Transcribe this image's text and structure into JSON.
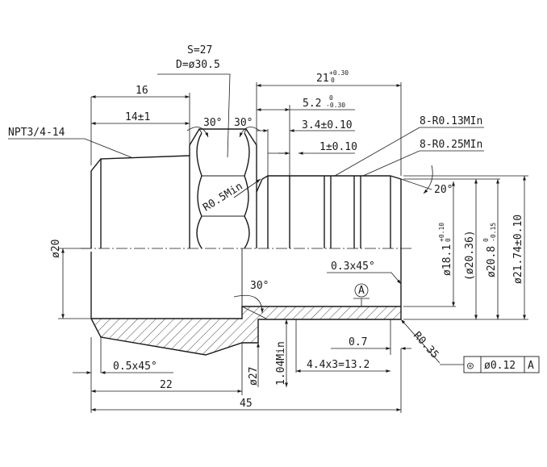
{
  "labels": {
    "s_size": "S=27",
    "d_size": "D=ø30.5",
    "dim_16": "16",
    "dim_14": "14±1",
    "thread": "NPT3/4-14",
    "ang_30_left": "30°",
    "ang_30_right": "30°",
    "r05": "R0.5Min",
    "dim_21": "21",
    "dim_21_tol_up": "+0.30",
    "dim_21_tol_low": "0",
    "dim_52": "5.2",
    "dim_52_tol_up": "0",
    "dim_52_tol_low": "-0.30",
    "dim_34": "3.4±0.10",
    "dim_1": "1±0.10",
    "r013": "8-R0.13MIn",
    "r025": "8-R0.25MIn",
    "ang_20": "20°",
    "d20": "ø20",
    "d181": "ø18.1",
    "d181_tol_up": "+0.10",
    "d181_tol_low": "0",
    "d2036": "(ø20.36)",
    "d208": "ø20.8",
    "d208_tol_up": "0",
    "d208_tol_low": "-0.15",
    "d2174": "ø21.74±0.10",
    "chamfer_03": "0.3x45°",
    "ang_30_bottom": "30°",
    "datum": "A",
    "dim_07": "0.7",
    "r035": "R0.35",
    "chamfer_05": "0.5x45°",
    "dim_104": "1.04Min",
    "d27": "ø27",
    "dim_44": "4.4x3=13.2",
    "dim_22": "22",
    "dim_45": "45"
  },
  "tolerance_frame": {
    "symbol": "◎",
    "value": "ø0.12",
    "datum": "A"
  }
}
